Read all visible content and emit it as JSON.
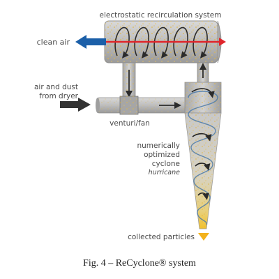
{
  "labels": {
    "electrostatic": "electrostatic recirculation system",
    "clean_air": "clean air",
    "input_line1": "air and dust",
    "input_line2": "from dryer",
    "venturi": "venturi/fan",
    "cyclone_line1": "numerically",
    "cyclone_line2": "optimized",
    "cyclone_line3": "cyclone",
    "cyclone_brand": "hurricane",
    "collected": "collected particles"
  },
  "caption": "Fig. 4 – ReCyclone® system",
  "colors": {
    "pipe": "#b3b3b3",
    "pipe_dark": "#7d7d7d",
    "clean_air_arrow": "#1b5fa8",
    "flow_line": "#e0252b",
    "input_arrow": "#333333",
    "particles": "#e3b640",
    "collected_triangle": "#f3b21c"
  },
  "icons": {
    "clean_air_arrow": "left-arrow-icon",
    "input_arrow": "right-arrow-icon",
    "collected_marker": "down-triangle-icon"
  }
}
